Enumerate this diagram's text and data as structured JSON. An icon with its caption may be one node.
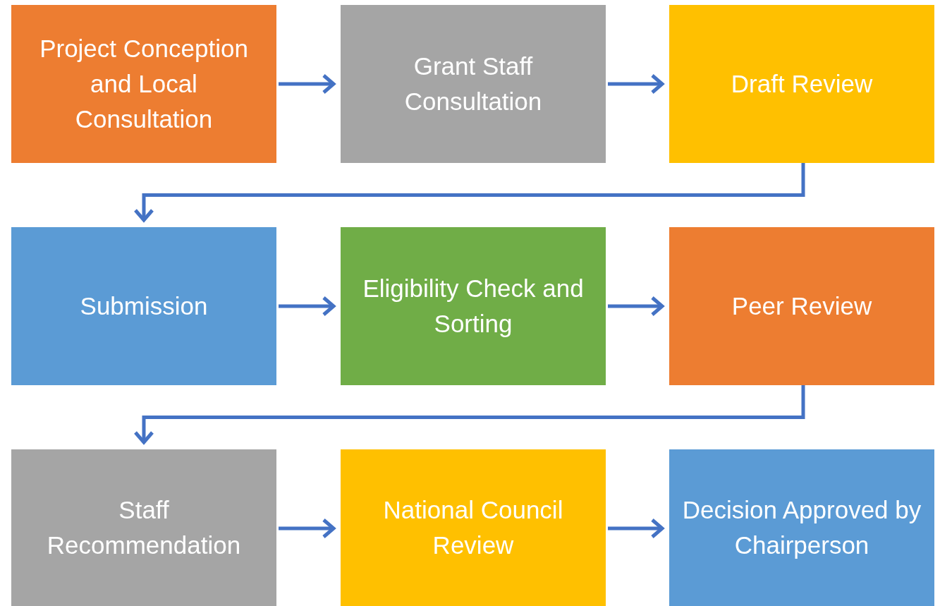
{
  "diagram": {
    "nodes": [
      {
        "text": [
          "Project Conception and Local Consultation"
        ]
      },
      {
        "text": [
          "Grant Staff Consultation"
        ]
      },
      {
        "text": [
          "Draft Review"
        ]
      },
      {
        "text": [
          "Submission"
        ]
      },
      {
        "text": [
          "Eligibility Check and Sorting"
        ]
      },
      {
        "text": [
          "Peer Review"
        ]
      },
      {
        "text": [
          "Staff Recommendation"
        ]
      },
      {
        "text": [
          "National Council Review"
        ]
      },
      {
        "text": [
          "Decision Approved by Chairperson"
        ]
      }
    ],
    "edges": [
      {
        "from": 0,
        "to": 1,
        "arrow": "to"
      },
      {
        "from": 1,
        "to": 2,
        "arrow": "to"
      },
      {
        "from": 2,
        "to": 3,
        "arrow": "to"
      },
      {
        "from": 3,
        "to": 4,
        "arrow": "to"
      },
      {
        "from": 4,
        "to": 5,
        "arrow": "to"
      },
      {
        "from": 5,
        "to": 6,
        "arrow": "to"
      },
      {
        "from": 6,
        "to": 7,
        "arrow": "to"
      },
      {
        "from": 7,
        "to": 8,
        "arrow": "to"
      }
    ]
  }
}
